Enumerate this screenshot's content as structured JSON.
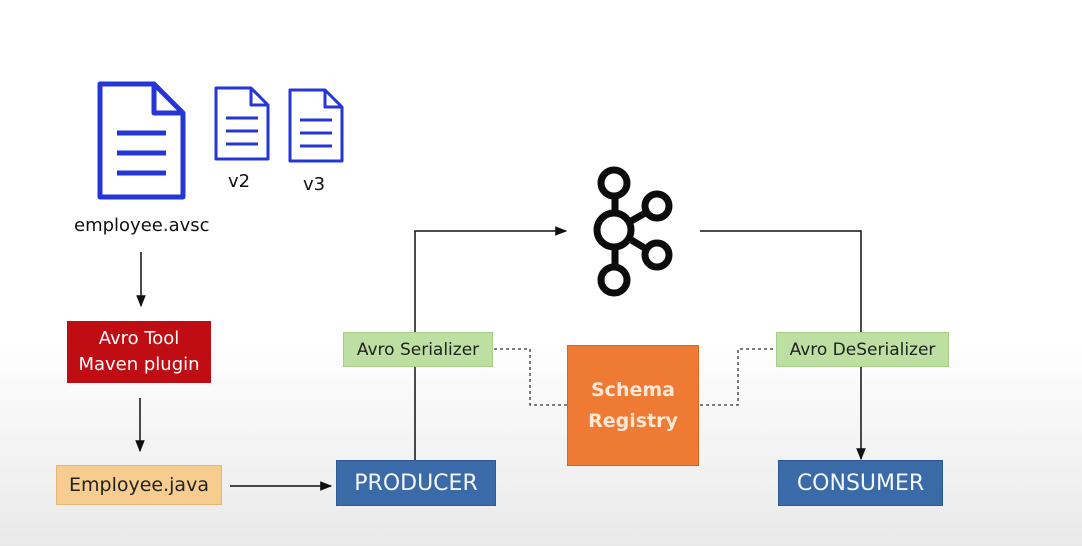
{
  "files": {
    "main_name": "employee.avsc",
    "v2": "v2",
    "v3": "v3"
  },
  "avro_tool": {
    "line1": "Avro Tool",
    "line2": "Maven plugin"
  },
  "employee_java": "Employee.java",
  "serializer": "Avro Serializer",
  "deserializer": "Avro DeSerializer",
  "producer": "PRODUCER",
  "consumer": "CONSUMER",
  "schema_registry": {
    "line1": "Schema",
    "line2": "Registry"
  },
  "icons": {
    "file": "document-icon",
    "kafka": "kafka-logo-icon"
  },
  "colors": {
    "file_icon": "#2536d9",
    "avro_tool": "#c00d14",
    "employee_java": "#f6cd8f",
    "serializer": "#bde0a2",
    "client": "#3a6aa8",
    "schema_registry": "#ee7a33"
  }
}
